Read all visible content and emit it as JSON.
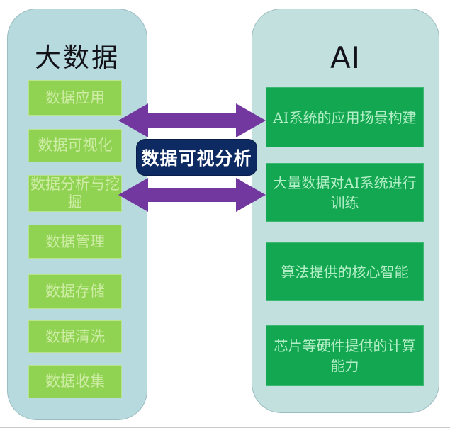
{
  "diagram": {
    "left_panel": {
      "title": "大数据",
      "items": [
        "数据应用",
        "数据可视化",
        "数据分析与挖掘",
        "数据管理",
        "数据存储",
        "数据清洗",
        "数据收集"
      ]
    },
    "right_panel": {
      "title": "AI",
      "items": [
        "AI系统的应用场景构建",
        "大量数据对AI系统进行训练",
        "算法提供的核心智能",
        "芯片等硬件提供的计算能力"
      ]
    },
    "center_label": "数据可视分析",
    "connections": [
      "双向箭头-上",
      "双向箭头-下"
    ],
    "colors": {
      "panel_bg_left": "#b7dade",
      "panel_bg_right": "#c2e0de",
      "left_item_bg": "#90d252",
      "left_item_text": "#cdeca4",
      "right_item_bg": "#14a751",
      "right_item_text": "#b2eec6",
      "arrow_purple": "#7238a0",
      "center_label_bg": "#0d2a63",
      "center_label_text": "#ffffff",
      "title_text": "#121218"
    }
  }
}
